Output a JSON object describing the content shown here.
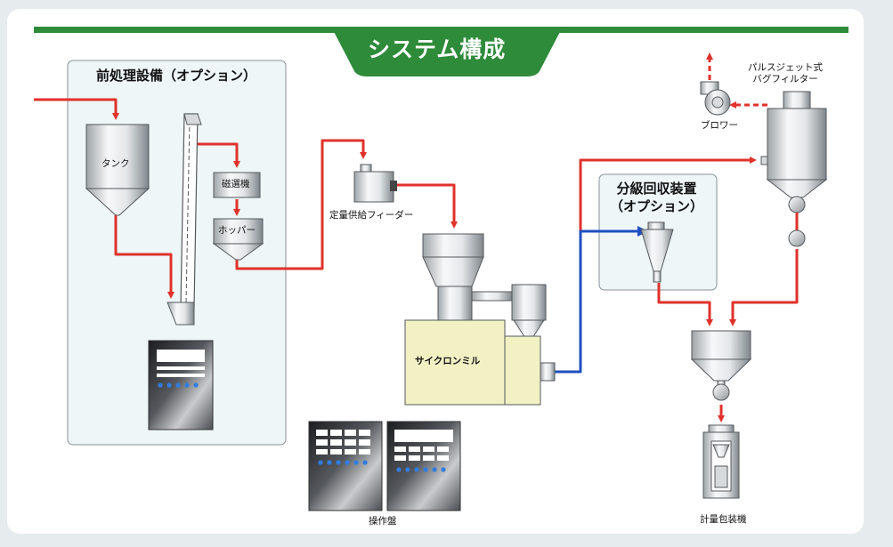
{
  "title": "システム構成",
  "sections": {
    "pretreatment": "前処理設備（オプション）",
    "classifier": "分級回収装置\n（オプション）"
  },
  "equipment": {
    "tank": "タンク",
    "magnet": "磁選機",
    "hopper": "ホッパー",
    "feeder": "定量供給フィーダー",
    "mill": "サイクロンミル",
    "bag_filter": "パルスジェット式\nバグフィルター",
    "blower": "ブロワー",
    "control_panel": "操作盤",
    "weigher": "計量包装機"
  },
  "colors": {
    "title_green": "#2e8b3a",
    "flow_red": "#e0322b",
    "flow_blue": "#1f4fbf",
    "mill_yellow": "#f1f1c4",
    "section_fill": "#eef6f8"
  }
}
